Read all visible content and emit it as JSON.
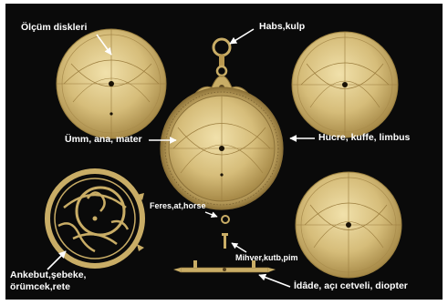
{
  "labels": {
    "olcum_diskleri": "Ölçüm diskleri",
    "habs_kulp": "Habs,kulp",
    "umm_ana_mater": "Ümm, ana, mater",
    "hucre_kuffe_limbus": "Hucre, kuffe, limbus",
    "feres_at_horse": "Feres,at,horse",
    "mihver_kutb_pim": "Mihver,kutb,pim",
    "ankebut_line1": "Ankebut,şebeke,",
    "ankebut_line2": "örümcek,rete",
    "idade": "İdâde, açı cetveli, diopter"
  },
  "colors": {
    "background": "#0a0a0a",
    "frame": "#ffffff",
    "brass_light": "#e9d49a",
    "brass_mid": "#c9ad66",
    "brass_dark": "#8a7038",
    "label": "#ffffff"
  }
}
